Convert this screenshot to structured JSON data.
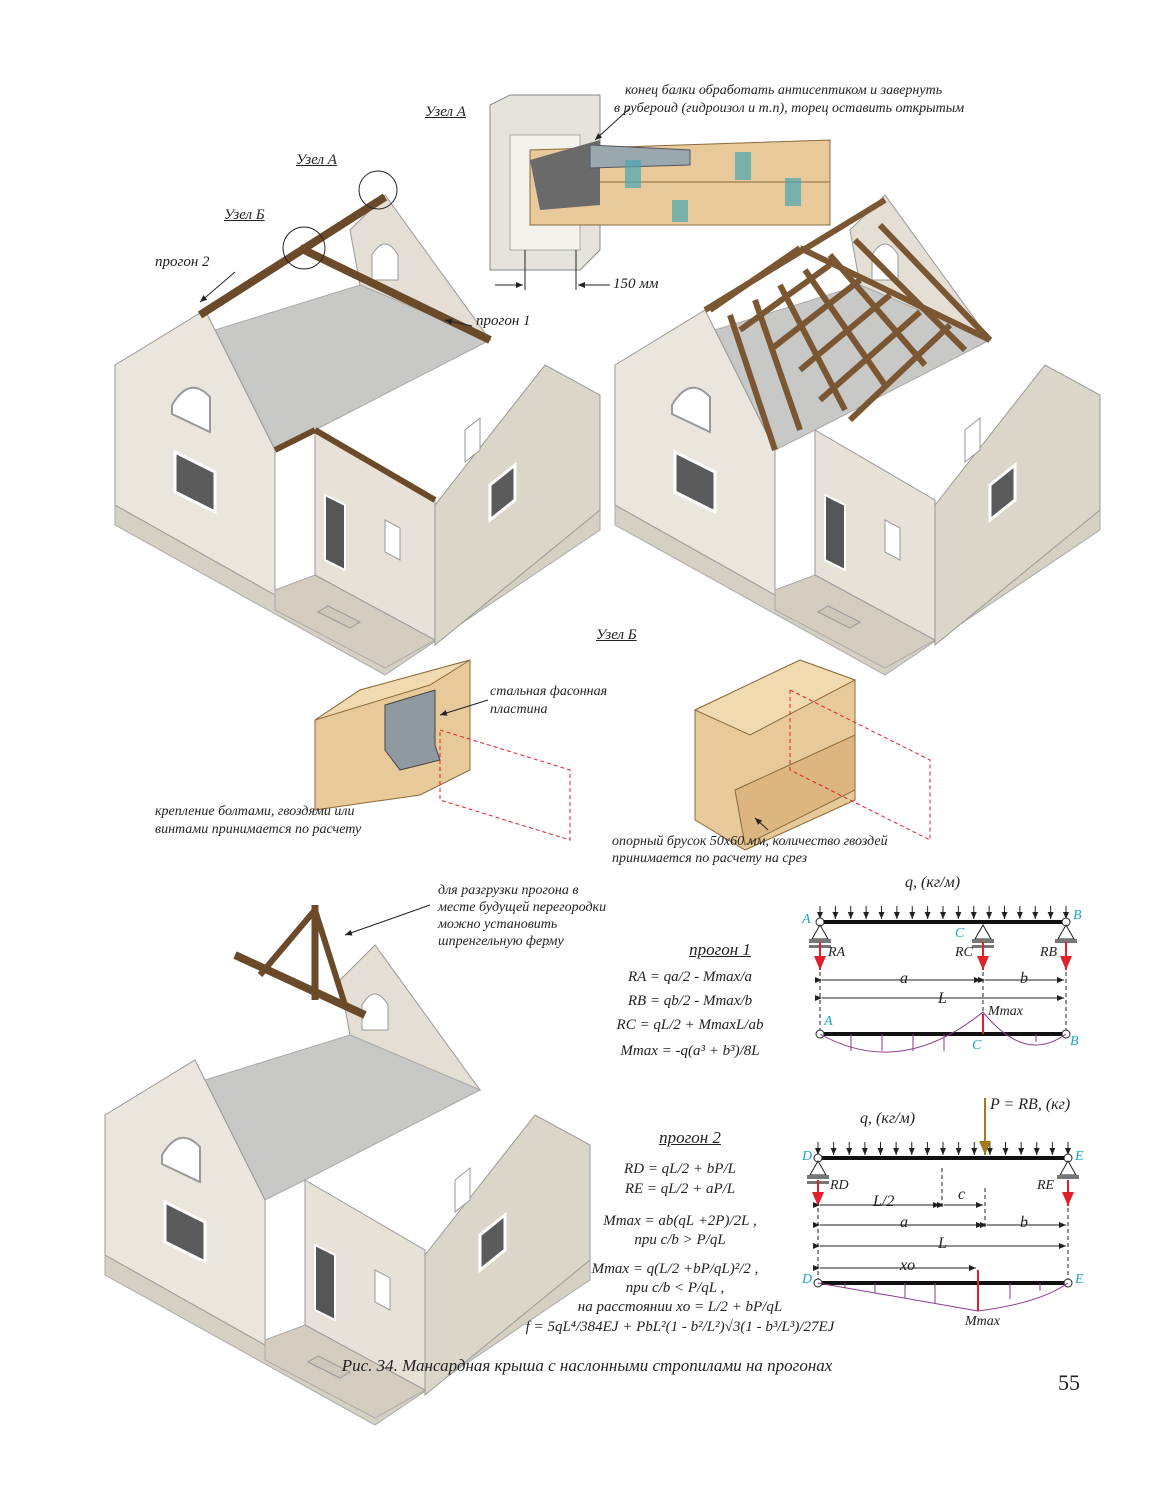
{
  "detail_a": {
    "title": "Узел А",
    "note_line1": "конец балки обработать антисептиком и завернуть",
    "note_line2": "в рубероид (гидроизол и т.п), торец оставить открытым",
    "dimension": "150 мм"
  },
  "house1": {
    "node_a": "Узел А",
    "node_b": "Узел Б",
    "purlin_2": "прогон 2",
    "purlin_1": "прогон 1"
  },
  "detail_b": {
    "title": "Узел Б",
    "plate_line1": "стальная фасонная",
    "plate_line2": "пластина",
    "fastening_line1": "крепление болтами, гвоздями или",
    "fastening_line2": "винтами принимается по расчету",
    "bar_line1": "опорный брусок 50х60 мм, количество гвоздей",
    "bar_line2": "принимается по расчету на срез"
  },
  "house3": {
    "note_line1": "для разгрузки прогона в",
    "note_line2": "месте будущей перегородки",
    "note_line3": "можно установить",
    "note_line4": "шпренгельную ферму"
  },
  "purlin1": {
    "title": "прогон 1",
    "formulas": [
      "RA = qa/2 - Mmax/a",
      "RB = qb/2 - Mmax/b",
      "RC = qL/2 + MmaxL/ab",
      "Mmax = -q(a³ + b³)/8L"
    ],
    "diagram": {
      "load": "q, (кг/м)",
      "A": "A",
      "B": "B",
      "C": "C",
      "RA": "RA",
      "RB": "RB",
      "RC": "RC",
      "a": "a",
      "b": "b",
      "L": "L",
      "Mmax": "Mmax"
    }
  },
  "purlin2": {
    "title": "прогон 2",
    "formulas": [
      "RD = qL/2 + bP/L",
      "RE = qL/2 + aP/L",
      "Mmax = ab(qL +2P)/2L ,",
      "при c/b > P/qL",
      "Mmax = q(L/2 +bP/qL)²/2 ,",
      "при c/b < P/qL ,",
      "на расстоянии  xo = L/2 + bP/qL",
      "f = 5qL⁴/384EJ + PbL²(1 - b²/L²)√3(1 - b³/L³)/27EJ"
    ],
    "diagram": {
      "load": "q, (кг/м)",
      "point_load": "P = RB, (кг)",
      "D": "D",
      "E": "E",
      "RD": "RD",
      "RE": "RE",
      "half_L": "L/2",
      "c": "c",
      "a": "a",
      "b": "b",
      "L": "L",
      "x0": "xo",
      "Mmax": "Mmax"
    }
  },
  "caption": "Рис. 34. Мансардная крыша с наслонными стропилами на прогонах",
  "page_number": "55",
  "colors": {
    "wood": "#e8c99a",
    "beam": "#6b4a2a",
    "wall": "#e9e3d9",
    "reaction": "#e0212b",
    "label_cyan": "#1aa7c9",
    "moment": "#8a3a8f"
  }
}
